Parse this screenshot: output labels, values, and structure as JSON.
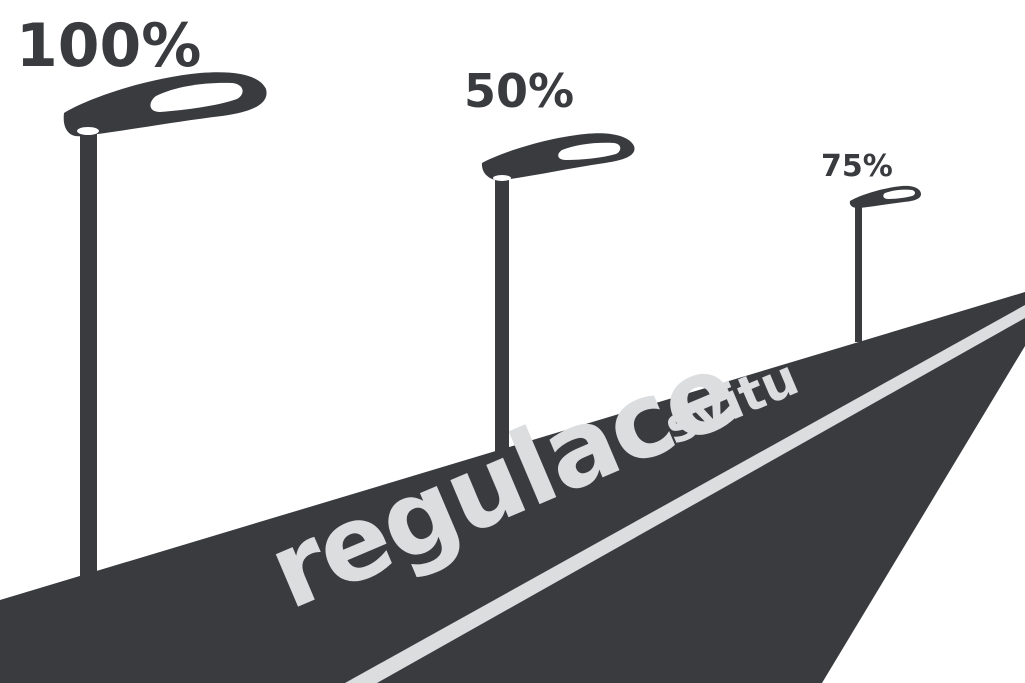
{
  "colors": {
    "ink": "#393b3f",
    "lens": "#ffffff",
    "road_marking": "#dcdddf",
    "background": "#ffffff"
  },
  "lamps": [
    {
      "name": "lamp-near",
      "level_label": "100%"
    },
    {
      "name": "lamp-middle",
      "level_label": "50%"
    },
    {
      "name": "lamp-far",
      "level_label": "75%"
    }
  ],
  "road": {
    "text_main": "regulace",
    "text_secondary": "svitu"
  }
}
